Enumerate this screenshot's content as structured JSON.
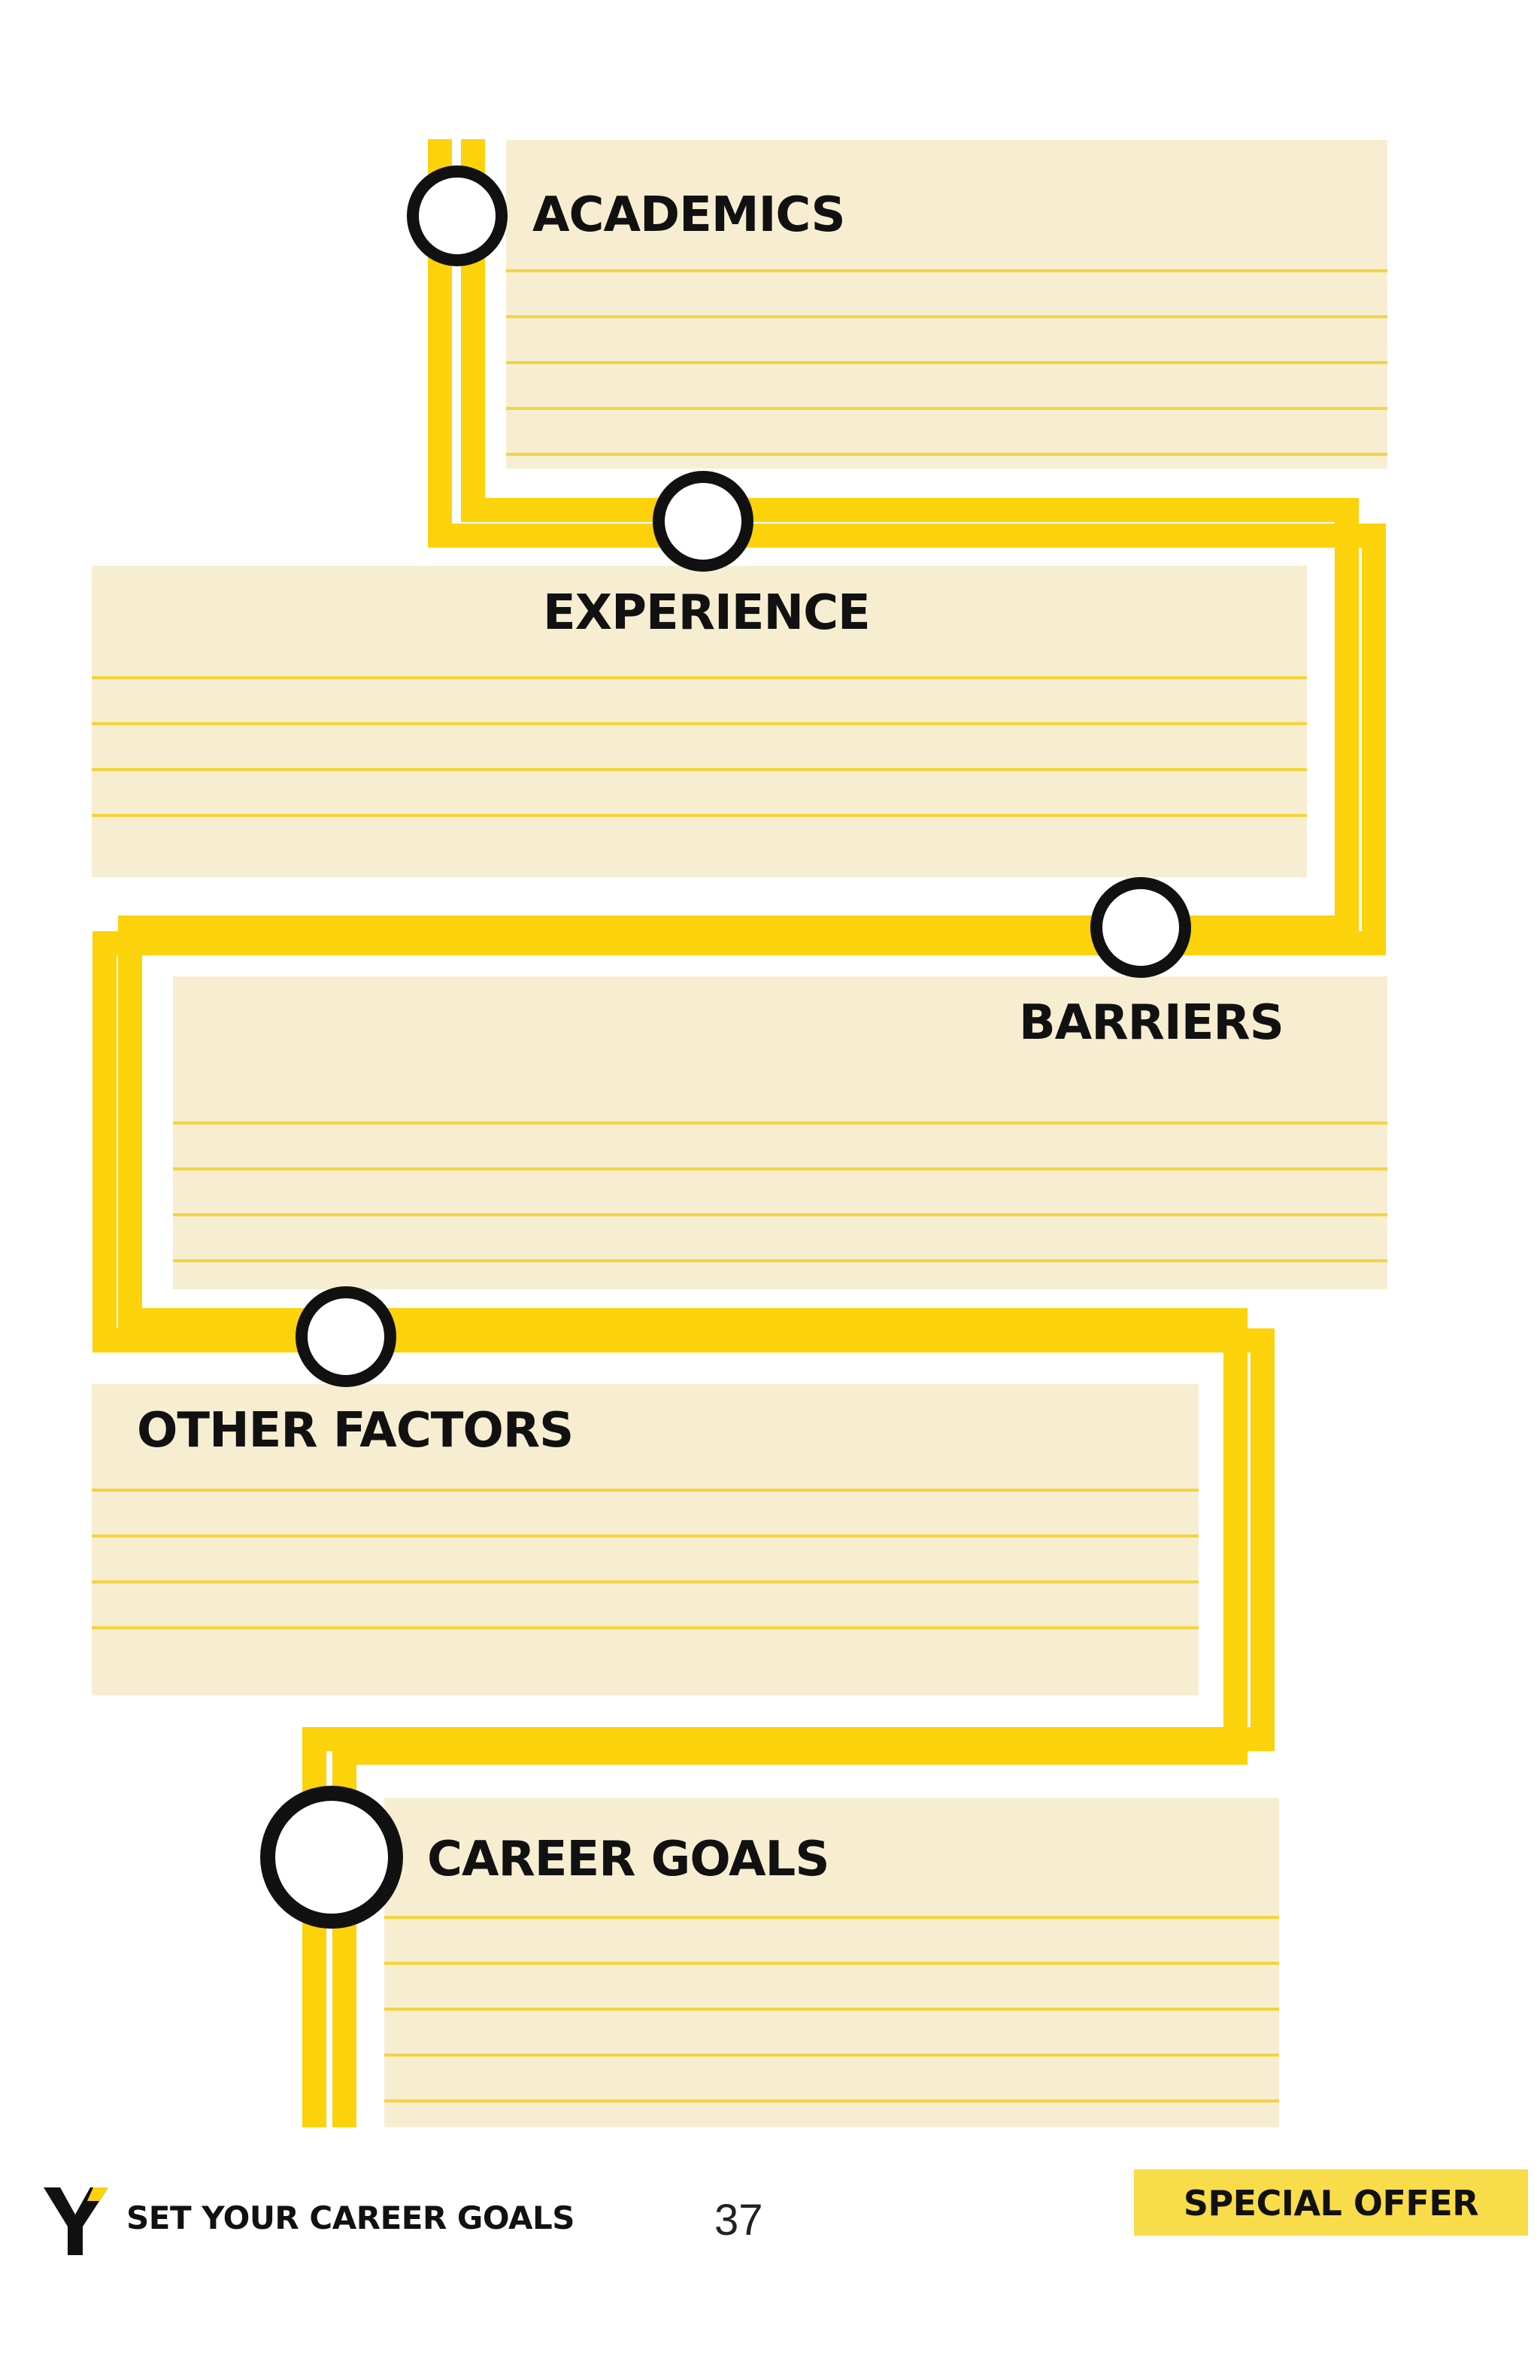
{
  "sections": [
    {
      "label": "ACADEMICS"
    },
    {
      "label": "EXPERIENCE"
    },
    {
      "label": "BARRIERS"
    },
    {
      "label": "OTHER FACTORS"
    },
    {
      "label": "CAREER GOALS"
    }
  ],
  "footer": {
    "logo_letter": "Y",
    "title": "SET YOUR CAREER GOALS",
    "page_number": "37",
    "offer_label": "SPECIAL OFFER"
  },
  "colors": {
    "route_yellow": "#FCD20A",
    "box_fill": "#F7EED2",
    "rule_line": "#F5D33C",
    "stop_outline": "#111111",
    "badge": "#F9DC4A"
  }
}
